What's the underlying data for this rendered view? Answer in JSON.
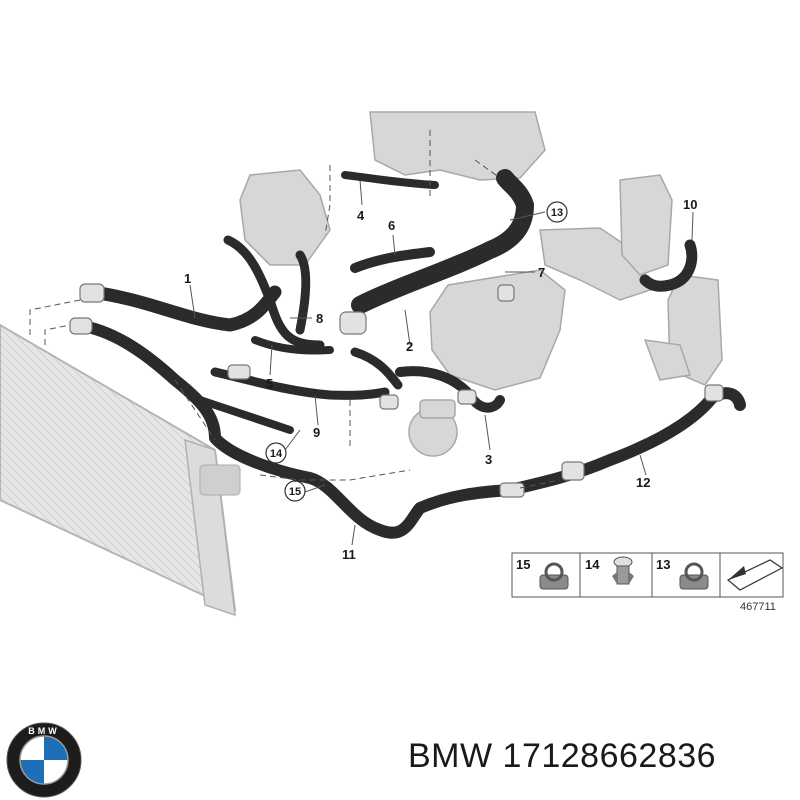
{
  "callouts": [
    "1",
    "2",
    "3",
    "4",
    "5",
    "6",
    "7",
    "8",
    "9",
    "10",
    "11",
    "12"
  ],
  "circled_callouts": [
    "13",
    "14",
    "15"
  ],
  "legend": {
    "items": [
      {
        "number": "15",
        "icon": "clamp-icon"
      },
      {
        "number": "14",
        "icon": "clip-icon"
      },
      {
        "number": "13",
        "icon": "clamp-icon"
      }
    ],
    "arrow_icon": "direction-arrow-icon",
    "reference": "467711"
  },
  "footer": {
    "brand": "BMW",
    "part_number": "17128662836",
    "logo_icon": "bmw-logo-icon",
    "logo_letters": "BMW"
  },
  "colors": {
    "hose": "#2b2b2b",
    "part_gray": "#d4d4d4",
    "line": "#555555"
  }
}
